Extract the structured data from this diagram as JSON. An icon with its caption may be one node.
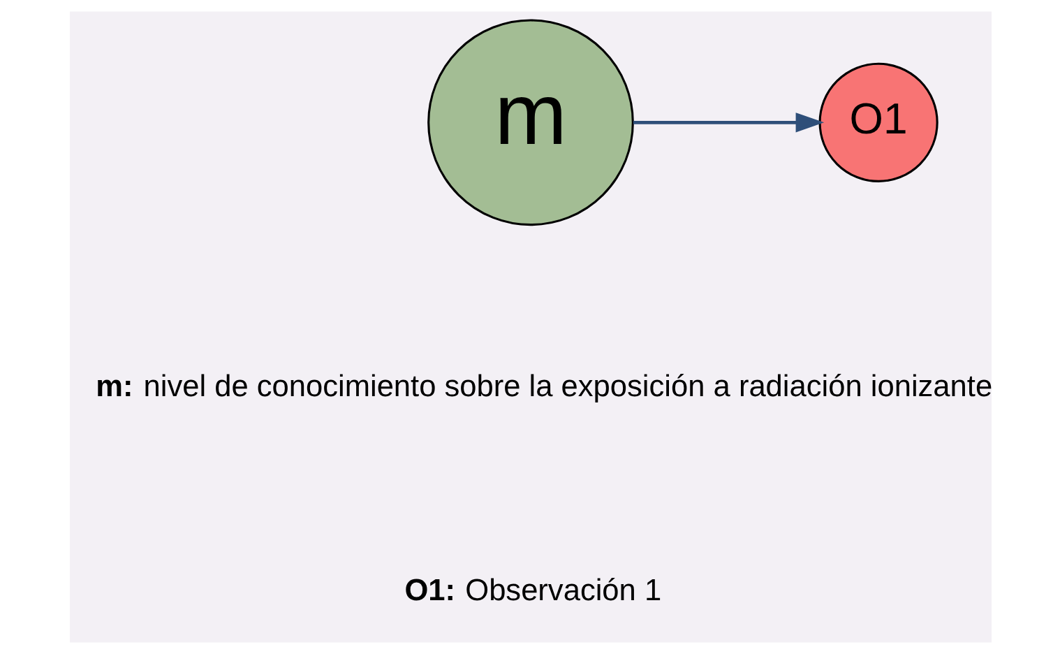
{
  "diagram": {
    "nodes": [
      {
        "text": [
          "m"
        ]
      },
      {
        "text": [
          "O1"
        ]
      }
    ],
    "edges": [
      {
        "from": 0,
        "to": 1,
        "arrow": "to"
      }
    ],
    "labels": [
      "**m:** nivel de conocimiento sobre la exposición a radiación ionizante",
      "**O1:** Observación 1"
    ]
  }
}
